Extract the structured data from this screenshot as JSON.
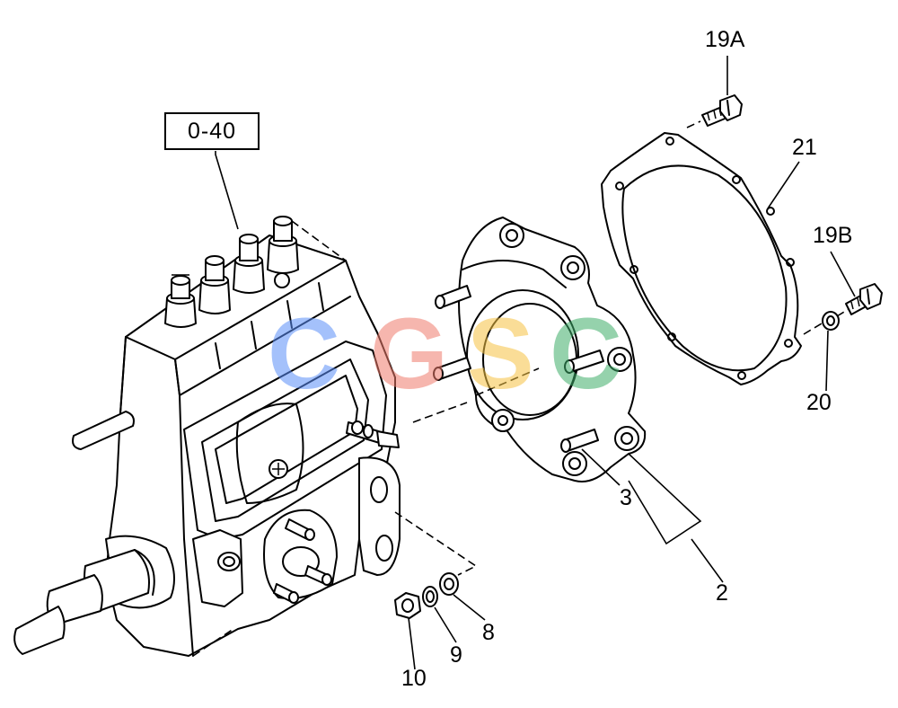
{
  "reference_box": "0-40",
  "callouts": {
    "c19a": "19A",
    "c21": "21",
    "c19b": "19B",
    "c20": "20",
    "c3": "3",
    "c2": "2",
    "c8": "8",
    "c9": "9",
    "c10": "10"
  },
  "watermark": {
    "letters": [
      "C",
      "G",
      "S",
      "C"
    ],
    "colors": [
      "#5b8ff9",
      "#f07c6c",
      "#f6c343",
      "#3fae6a"
    ]
  }
}
